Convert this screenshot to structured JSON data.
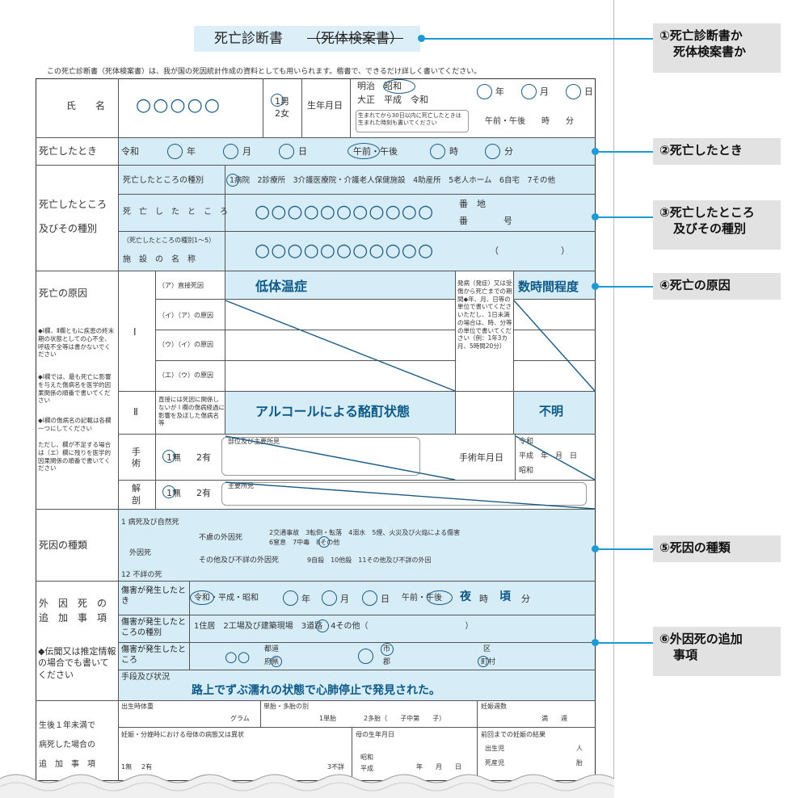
{
  "title": {
    "main": "死亡診断書",
    "struck": "（死体検案書）"
  },
  "intro": "この死亡診断書（死体検案書）は、我が国の死因統計作成の資料としても用いられます。楷書で、できるだけ詳しく書いてください。",
  "rows": {
    "name": {
      "label": "氏　　名",
      "value": "○○○○○",
      "sex": [
        "1男",
        "2女"
      ],
      "birth_label": "生年月日",
      "eras1": "明治　昭和",
      "eras2": "大正　平成　令和",
      "note": "生まれてから30日以内に死亡したときは生まれた時刻も書いてください",
      "ymd": [
        "年",
        "月",
        "日"
      ],
      "ampm": "午前・午後　　時　　分"
    },
    "time": {
      "label": "死亡したとき",
      "era": "令和",
      "units": [
        "年",
        "月",
        "日"
      ],
      "ampm": "午前・午後",
      "hm": [
        "時",
        "分"
      ]
    },
    "place": {
      "label1": "死亡したところ",
      "label2": "及びその種別",
      "type_label": "死亡したところの種別",
      "types": "1病院　2診療所　3介護医療院・介護老人保健施設　4助産所　5老人ホーム　6自宅　7その他",
      "place_label": "死　亡　し　た　と　こ　ろ",
      "address": "○○○○○○○○○○○",
      "banchi": "番　地",
      "ban": "番　　　　号",
      "fac_note": "（死亡したところの種別1〜5）",
      "fac_label": "施　設　の　名　称",
      "facility": "○○○○○○○○○○○",
      "paren": "（　　　　　　　）"
    },
    "cause": {
      "label": "死亡の原因",
      "notes": [
        "◆Ⅰ欄、Ⅱ欄ともに疾患の終末期の状態としての心不全、呼吸不全等は書かないでください",
        "◆Ⅰ欄では、最も死亡に影響を与えた傷病名を医学的因果関係の順番で書いてください",
        "◆Ⅰ欄の傷病名の記載は各欄一つにしてください",
        "ただし、欄が不足する場合は（エ）欄に残りを医学的因果関係の順番で書いてください"
      ],
      "roman1": "Ⅰ",
      "roman2": "Ⅱ",
      "subs": [
        "（ア）直接死因",
        "（イ）（ア）の原因",
        "（ウ）（イ）の原因",
        "（エ）（ウ）の原因"
      ],
      "direct": "低体温症",
      "duration_label": "発病（発症）又は受傷から死亡までの期間◆年、月、日等の単位で書いてくださいただし、1日未満の場合は、時、分等の単位で書いてください（例：1年3カ月、5時間20分）",
      "duration": "数時間程度",
      "ii_label": "直接には死因に関係しないが Ⅰ 欄の傷病経過に影響を及ぼした傷病名等",
      "ii_value": "アルコールによる酩酊状態",
      "ii_duration": "不明",
      "surgery": "手術",
      "surgery_opts": [
        "1無",
        "2有"
      ],
      "surgery_note": "部位及び主要所見",
      "surgery_date": "手術年月日",
      "surgery_eras": [
        "令和",
        "平成　年　月　日",
        "昭和"
      ],
      "autopsy": "解剖",
      "autopsy_opts": [
        "1無",
        "2有"
      ],
      "autopsy_note": "主要所見"
    },
    "kind": {
      "label": "死因の種類",
      "l1": "1 病死及び自然死",
      "ext": "外因死",
      "accident": "不慮の外因死",
      "acc_items": "2交通事故　3転倒・転落　4溺水　5煙、火災及び火焔による傷害",
      "acc_items2": "6窒息　7中毒　8その他",
      "other": "その他及び不詳の外因死",
      "other_items": "9自殺　10他殺　11その他及び不詳の外因",
      "l12": "12 不詳の死"
    },
    "external": {
      "label1": "外　因　死　の",
      "label2": "追　加　事　項",
      "label3": "◆伝聞又は推定情報の場合でも書いてください",
      "when_label": "傷害が発生したとき",
      "when_era": "令和・平成・昭和",
      "when_units": [
        "年",
        "月",
        "日"
      ],
      "when_ampm": "午前・午後",
      "when_time": "夜",
      "when_hm": [
        "時",
        "頃",
        "分"
      ],
      "where_type_label": "傷害が発生したところの種別",
      "where_types": "1住居　2工場及び建築現場　3道路　4その他（　　　　　　　　　　　　）",
      "where_label": "傷害が発生したところ",
      "where_value": "○○",
      "pref": [
        "都道",
        "府県"
      ],
      "city": [
        "市",
        "郡"
      ],
      "ward": [
        "区",
        "町村"
      ],
      "method_label": "手段及び状況",
      "method": "路上でずぶ濡れの状態で心肺停止で発見された。"
    },
    "infant": {
      "label": [
        "生後１年未満で",
        "病死した場合の",
        "追　加　事　項"
      ],
      "birth_weight": "出生時体重",
      "gram": "グラム",
      "multiple": "単胎・多胎の別",
      "single": "1単胎",
      "multi": "2多胎（　　子中第　　子）",
      "weeks_label": "妊娠週数",
      "weeks": "満　　週",
      "mother": "妊娠・分娩時における母体の病態又は異状",
      "opts": [
        "1無",
        "2有"
      ],
      "unknown": "3不詳",
      "mother_birth": "母の生年月日",
      "mother_eras": [
        "昭和",
        "平成"
      ],
      "mother_ymd": "年　　月　　日",
      "prev": "前回までの妊娠の結果",
      "born": "出生児",
      "still": "死産児",
      "unit_person": "人",
      "unit_fetus": "胎"
    }
  },
  "callouts": [
    {
      "num": "①",
      "lines": [
        "死亡診断書か",
        "死体検案書か"
      ]
    },
    {
      "num": "②",
      "lines": [
        "死亡したとき"
      ]
    },
    {
      "num": "③",
      "lines": [
        "死亡したところ",
        "及びその種別"
      ]
    },
    {
      "num": "④",
      "lines": [
        "死亡の原因"
      ]
    },
    {
      "num": "⑤",
      "lines": [
        "死因の種類"
      ]
    },
    {
      "num": "⑥",
      "lines": [
        "外因死の追加",
        "事項"
      ]
    }
  ],
  "colors": {
    "band": "#d6ecf7",
    "accent": "#1d9ad6",
    "ink": "#0d5a88"
  }
}
